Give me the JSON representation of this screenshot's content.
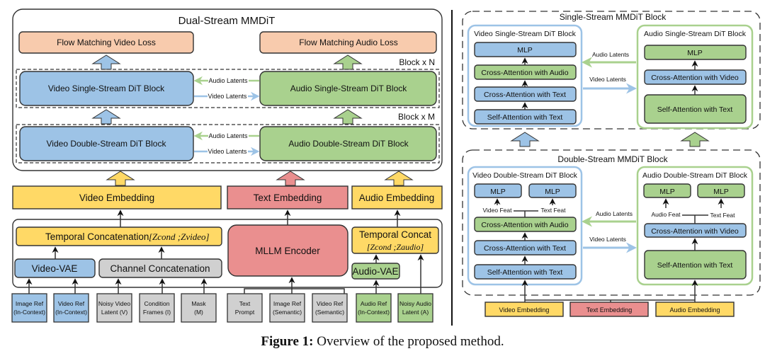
{
  "colors": {
    "video_blue": "#9dc3e6",
    "audio_green": "#a9d18e",
    "embed_yellow": "#ffd966",
    "text_red": "#ea8f8f",
    "loss_peach": "#f8cbad",
    "input_gray": "#d0d0d0"
  },
  "left": {
    "title": "Dual-Stream MMDiT",
    "video_loss": "Flow Matching Video Loss",
    "audio_loss": "Flow Matching Audio Loss",
    "block_n": "Block x N",
    "block_m": "Block x M",
    "video_single": "Video Single-Stream DiT Block",
    "audio_single": "Audio Single-Stream DiT Block",
    "video_double": "Video Double-Stream DiT Block",
    "audio_double": "Audio Double-Stream DiT Block",
    "audio_latents": "Audio Latents",
    "video_latents": "Video Latents",
    "video_embedding": "Video Embedding",
    "text_embedding": "Text Embedding",
    "audio_embedding": "Audio Embedding",
    "temporal_concat_video": "Temporal Concatenation",
    "temporal_concat_video_formula": "[Zcond ;Zvideo]",
    "temporal_concat_audio": "Temporal Concat",
    "temporal_concat_audio_formula": "[Zcond ;Zaudio]",
    "video_vae": "Video-VAE",
    "channel_concat": "Channel Concatenation",
    "mllm_encoder": "MLLM Encoder",
    "audio_vae": "Audio-VAE",
    "inputs": [
      {
        "line1": "Image Ref",
        "line2": "(In-Context)",
        "kind": "video"
      },
      {
        "line1": "Video Ref",
        "line2": "(In-Context)",
        "kind": "video"
      },
      {
        "line1": "Noisy Video",
        "line2": "Latent (V)",
        "kind": "gray"
      },
      {
        "line1": "Condition",
        "line2": "Frames (I)",
        "kind": "gray"
      },
      {
        "line1": "Mask",
        "line2": "(M)",
        "kind": "gray"
      },
      {
        "line1": "Text",
        "line2": "Prompt",
        "kind": "gray"
      },
      {
        "line1": "Image Ref",
        "line2": "(Semantic)",
        "kind": "gray"
      },
      {
        "line1": "Video Ref",
        "line2": "(Semantic)",
        "kind": "gray"
      },
      {
        "line1": "Audio Ref",
        "line2": "(In-Context)",
        "kind": "audio"
      },
      {
        "line1": "Noisy Audio",
        "line2": "Latent (A)",
        "kind": "audio"
      }
    ]
  },
  "right": {
    "single": {
      "title": "Single-Stream MMDiT Block",
      "video_title": "Video Single-Stream DiT Block",
      "video_layers": [
        "MLP",
        "Cross-Attention with Audio",
        "Cross-Attention with Text",
        "Self-Attention with Text"
      ],
      "audio_title": "Audio Single-Stream DiT Block",
      "audio_layers": [
        "MLP",
        "Cross-Attention with Video",
        "Self-Attention with Text"
      ],
      "audio_latents": "Audio Latents",
      "video_latents": "Video Latents"
    },
    "double": {
      "title": "Double-Stream MMDiT Block",
      "video_title": "Video Double-Stream DiT Block",
      "video_mlp_1": "MLP",
      "video_mlp_2": "MLP",
      "video_feat": "Video Feat",
      "text_feat_v": "Text Feat",
      "video_layers": [
        "Cross-Attention with Audio",
        "Cross-Attention with Text",
        "Self-Attention with Text"
      ],
      "audio_title": "Audio Double-Stream DiT Block",
      "audio_mlp_1": "MLP",
      "audio_mlp_2": "MLP",
      "audio_feat": "Audio Feat",
      "text_feat_a": "Text Feat",
      "audio_layers": [
        "Cross-Attention with Video",
        "Self-Attention with Text"
      ],
      "audio_latents": "Audio Latents",
      "video_latents": "Video Latents"
    },
    "video_embedding": "Video Embedding",
    "text_embedding": "Text Embedding",
    "audio_embedding": "Audio Embedding"
  },
  "caption": {
    "label": "Figure 1:",
    "text": " Overview of the proposed method."
  }
}
